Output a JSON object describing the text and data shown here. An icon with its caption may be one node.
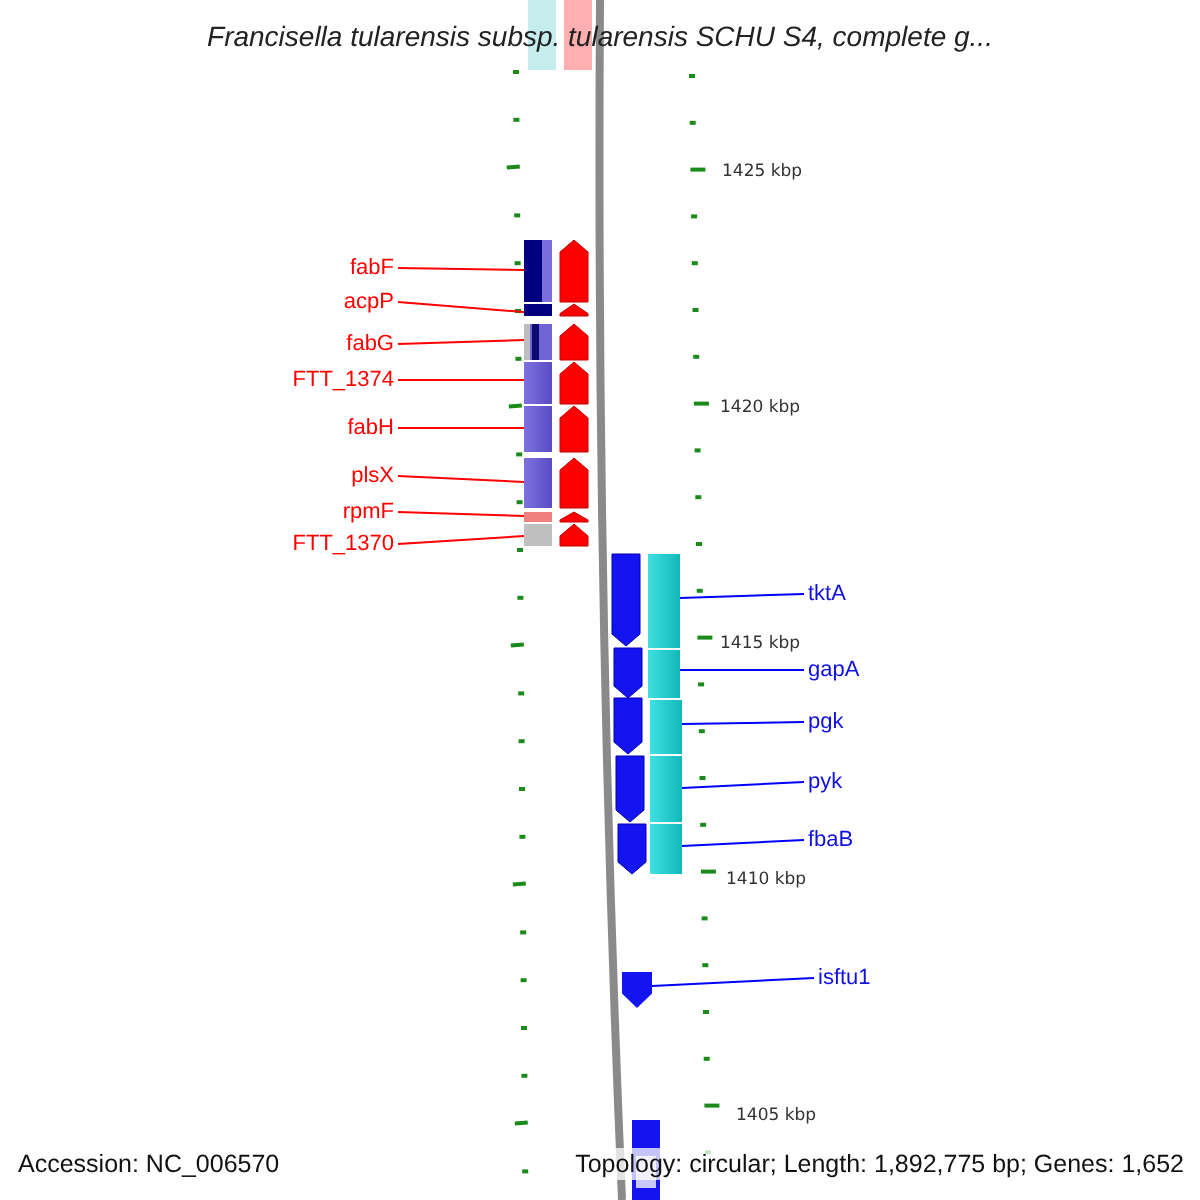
{
  "diagram": {
    "title": "Francisella tularensis subsp. tularensis SCHU S4, complete g...",
    "nodes": [
      {
        "text": [
          "fabF"
        ]
      },
      {
        "text": [
          "acpP"
        ]
      },
      {
        "text": [
          "fabG"
        ]
      },
      {
        "text": [
          "FTT_1374"
        ]
      },
      {
        "text": [
          "fabH"
        ]
      },
      {
        "text": [
          "plsX"
        ]
      },
      {
        "text": [
          "rpmF"
        ]
      },
      {
        "text": [
          "FTT_1370"
        ]
      },
      {
        "text": [
          "tktA"
        ]
      },
      {
        "text": [
          "gapA"
        ]
      },
      {
        "text": [
          "pgk"
        ]
      },
      {
        "text": [
          "pyk"
        ]
      },
      {
        "text": [
          "fbaB"
        ]
      },
      {
        "text": [
          "isftu1"
        ]
      },
      {
        "text": [],
        "shape": "bar"
      },
      {
        "text": [],
        "shape": "bar"
      },
      {
        "text": [],
        "shape": "bar"
      },
      {
        "text": [],
        "shape": "bar"
      },
      {
        "text": [],
        "shape": "bar"
      },
      {
        "text": [],
        "shape": "bar"
      },
      {
        "text": [],
        "shape": "bar"
      },
      {
        "text": [],
        "shape": "bar"
      },
      {
        "text": [],
        "shape": "bar"
      },
      {
        "text": [],
        "shape": "bar"
      },
      {
        "text": [],
        "shape": "bar"
      },
      {
        "text": [],
        "shape": "bar"
      },
      {
        "text": [],
        "shape": "bar"
      },
      {
        "text": [],
        "shape": "arrow"
      }
    ],
    "edges": [
      {
        "from": 0,
        "to": 14,
        "arrow": "none",
        "color": "#ff0000"
      },
      {
        "from": 1,
        "to": 15,
        "arrow": "none",
        "color": "#ff0000"
      },
      {
        "from": 2,
        "to": 16,
        "arrow": "none",
        "color": "#ff0000"
      },
      {
        "from": 3,
        "to": 17,
        "arrow": "none",
        "color": "#ff0000"
      },
      {
        "from": 4,
        "to": 18,
        "arrow": "none",
        "color": "#ff0000"
      },
      {
        "from": 5,
        "to": 19,
        "arrow": "none",
        "color": "#ff0000"
      },
      {
        "from": 6,
        "to": 20,
        "arrow": "none",
        "color": "#ff0000"
      },
      {
        "from": 7,
        "to": 21,
        "arrow": "none",
        "color": "#ff0000"
      },
      {
        "from": 8,
        "to": 22,
        "arrow": "none",
        "color": "#0000ff"
      },
      {
        "from": 9,
        "to": 23,
        "arrow": "none",
        "color": "#0000ff"
      },
      {
        "from": 10,
        "to": 24,
        "arrow": "none",
        "color": "#0000ff"
      },
      {
        "from": 11,
        "to": 25,
        "arrow": "none",
        "color": "#0000ff"
      },
      {
        "from": 12,
        "to": 26,
        "arrow": "none",
        "color": "#0000ff"
      },
      {
        "from": 13,
        "to": 27,
        "arrow": "none",
        "color": "#0000ff"
      }
    ],
    "labels": [
      "1425 kbp",
      "1420 kbp",
      "1415 kbp",
      "1410 kbp",
      "1405 kbp",
      "Accession: NC_006570",
      "Topology: circular; Length: 1,892,775 bp; Genes: 1,652"
    ]
  }
}
